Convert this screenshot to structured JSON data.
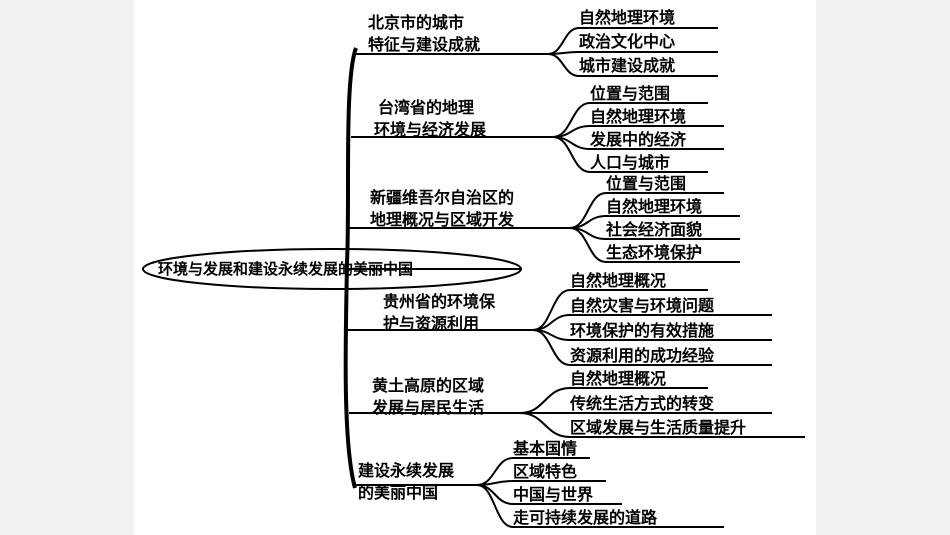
{
  "root": "环境与发展和建设永续发展的美丽中国",
  "branches": [
    {
      "title_lines": [
        "北京市的城市",
        "特征与建设成就"
      ],
      "children": [
        "自然地理环境",
        "政治文化中心",
        "城市建设成就"
      ]
    },
    {
      "title_lines": [
        "台湾省的地理",
        "环境与经济发展"
      ],
      "children": [
        "位置与范围",
        "自然地理环境",
        "发展中的经济",
        "人口与城市"
      ]
    },
    {
      "title_lines": [
        "新疆维吾尔自治区的",
        "地理概况与区域开发"
      ],
      "children": [
        "位置与范围",
        "自然地理环境",
        "社会经济面貌",
        "生态环境保护"
      ]
    },
    {
      "title_lines": [
        "贵州省的环境保",
        "护与资源利用"
      ],
      "children": [
        "自然地理概况",
        "自然灾害与环境问题",
        "环境保护的有效措施",
        "资源利用的成功经验"
      ]
    },
    {
      "title_lines": [
        "黄土高原的区域",
        "发展与居民生活"
      ],
      "children": [
        "自然地理概况",
        "传统生活方式的转变",
        "区域发展与生活质量提升"
      ]
    },
    {
      "title_lines": [
        "建设永续发展",
        "的美丽中国"
      ],
      "children": [
        "基本国情",
        "区域特色",
        "中国与世界",
        "走可持续发展的道路"
      ]
    }
  ],
  "colors": {
    "line": "#000000",
    "side_panel": "#f2f2f2",
    "background": "#ffffff"
  }
}
